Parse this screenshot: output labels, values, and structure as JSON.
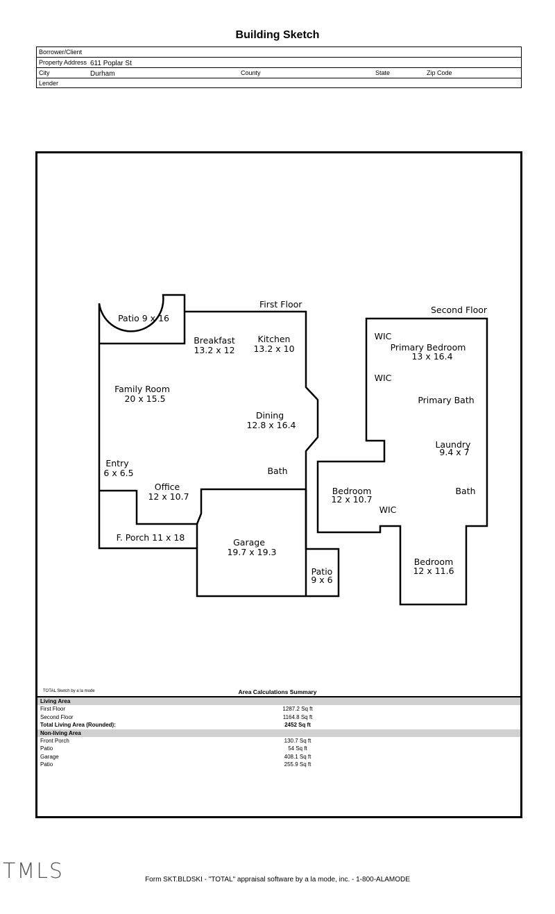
{
  "title": "Building Sketch",
  "header": {
    "borrower_label": "Borrower/Client",
    "address_label": "Property Address",
    "address_value": "611 Poplar St",
    "city_label": "City",
    "city_value": "Durham",
    "county_label": "County",
    "state_label": "State",
    "zip_label": "Zip Code",
    "lender_label": "Lender"
  },
  "sketch": {
    "first_floor_label": "First Floor",
    "second_floor_label": "Second Floor",
    "rooms": {
      "patio1_name": "Patio 9 x 16",
      "breakfast_name": "Breakfast",
      "breakfast_dim": "13.2 x 12",
      "kitchen_name": "Kitchen",
      "kitchen_dim": "13.2 x 10",
      "family_name": "Family Room",
      "family_dim": "20 x 15.5",
      "dining_name": "Dining",
      "dining_dim": "12.8 x 16.4",
      "entry_name": "Entry",
      "entry_dim": "6 x 6.5",
      "bath1_name": "Bath",
      "office_name": "Office",
      "office_dim": "12 x 10.7",
      "fporch_name": "F. Porch 11 x 18",
      "garage_name": "Garage",
      "garage_dim": "19.7 x 19.3",
      "patio2_name": "Patio",
      "patio2_dim": "9 x 6",
      "wic1_name": "WIC",
      "primary_bed_name": "Primary Bedroom",
      "primary_bed_dim": "13 x 16.4",
      "wic2_name": "WIC",
      "primary_bath_name": "Primary Bath",
      "laundry_name": "Laundry",
      "laundry_dim": "9.4 x 7",
      "bedroom1_name": "Bedroom",
      "bedroom1_dim": "12 x 10.7",
      "bath2_name": "Bath",
      "wic3_name": "WIC",
      "bedroom2_name": "Bedroom",
      "bedroom2_dim": "12 x 11.6"
    }
  },
  "sketch_by": "TOTAL Sketch by a la mode",
  "area_summary_title": "Area Calculations Summary",
  "living_area": {
    "heading": "Living Area",
    "rows": [
      {
        "label": "First Floor",
        "value": "1287.2 Sq ft"
      },
      {
        "label": "Second Floor",
        "value": "1164.8 Sq ft"
      }
    ],
    "total_label": "Total Living Area (Rounded):",
    "total_value": "2452 Sq ft"
  },
  "non_living_area": {
    "heading": "Non-living Area",
    "rows": [
      {
        "label": "Front Porch",
        "value": "130.7 Sq ft"
      },
      {
        "label": "Patio",
        "value": "54 Sq ft"
      },
      {
        "label": "Garage",
        "value": "408.1 Sq ft"
      },
      {
        "label": "Patio",
        "value": "255.9 Sq ft"
      }
    ]
  },
  "footer": "Form SKT.BLDSKI - \"TOTAL\" appraisal software by a la mode, inc. - 1-800-ALAMODE",
  "watermark": "TMLS"
}
